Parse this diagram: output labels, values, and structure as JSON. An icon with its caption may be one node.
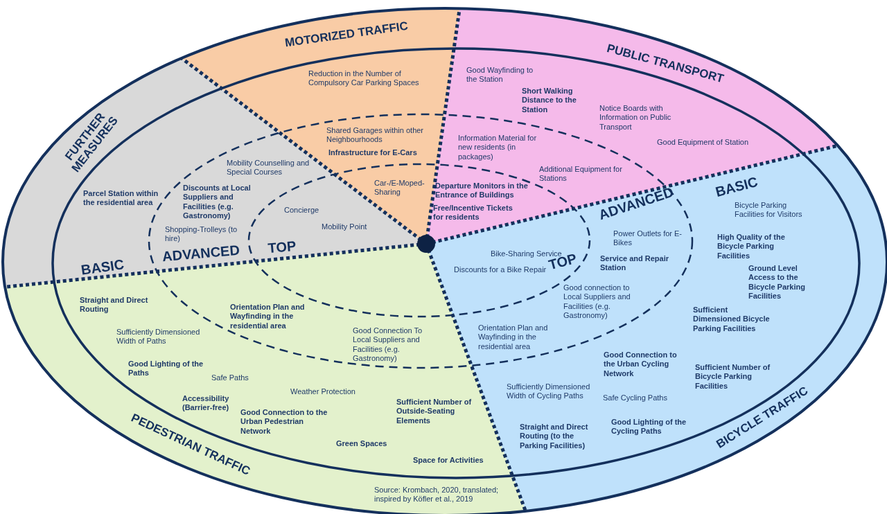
{
  "diagram": {
    "caption": "Source: Krombach, 2020, translated; inspired by Köfler et al., 2019",
    "labels": [
      "FURTHER MEASURES",
      "Parcel Station within the residential area",
      "Mobility Counselling and Special Courses",
      "Discounts at Local Suppliers and Facilities (e.g. Gastronomy)",
      "Shopping-Trolleys (to hire)",
      "Concierge",
      "Mobility Point",
      "MOTORIZED TRAFFIC",
      "Reduction in the Number of Compulsory Car Parking Spaces",
      "Shared Garages within other Neighbourhoods",
      "Infrastructure for E-Cars",
      "Car-/E-Moped-Sharing",
      "PUBLIC TRANSPORT",
      "Good Wayfinding to the Station",
      "Short Walking Distance to the Station",
      "Notice Boards with Information on Public Transport",
      "Good Equipment of Station",
      "Information Material for new residents (in packages)",
      "Additional Equipment for Stations",
      "Departure Monitors in the Entrance of Buildings",
      "Free/Incentive Tickets for residents",
      "BICYCLE TRAFFIC",
      "Bicycle Parking Facilities for Visitors",
      "High Quality of the Bicycle Parking Facilities",
      "Ground Level Access to the Bicycle Parking Facilities",
      "Power Outlets for E-Bikes",
      "Service and Repair Station",
      "Bike-Sharing Service",
      "Discounts for a Bike Repair",
      "Good connection to Local Suppliers and Facilities (e.g. Gastronomy)",
      "Sufficient Dimensioned Bicycle Parking Facilities",
      "Orientation Plan and Wayfinding in the residential area",
      "Good Connection to the Urban Cycling Network",
      "Sufficient Number of Bicycle Parking Facilities",
      "Sufficiently Dimensioned Width of Cycling Paths",
      "Safe Cycling Paths",
      "Straight and Direct Routing (to the Parking Facilities)",
      "Good Lighting of the Cycling Paths",
      "PEDESTRIAN TRAFFIC",
      "Straight and Direct Routing",
      "Orientation Plan and Wayfinding in the residential area",
      "Sufficiently Dimensioned Width of Paths",
      "Good Connection To Local Suppliers and Facilities (e.g. Gastronomy)",
      "Good Lighting of the Paths",
      "Safe Paths",
      "Weather Protection",
      "Accessibility (Barrier-free)",
      "Good Connection to the Urban Pedestrian Network",
      "Sufficient Number of Outside-Seating Elements",
      "Green Spaces",
      "Space for Activities",
      "BASIC",
      "ADVANCED",
      "TOP",
      "TOP",
      "ADVANCED",
      "BASIC"
    ]
  }
}
